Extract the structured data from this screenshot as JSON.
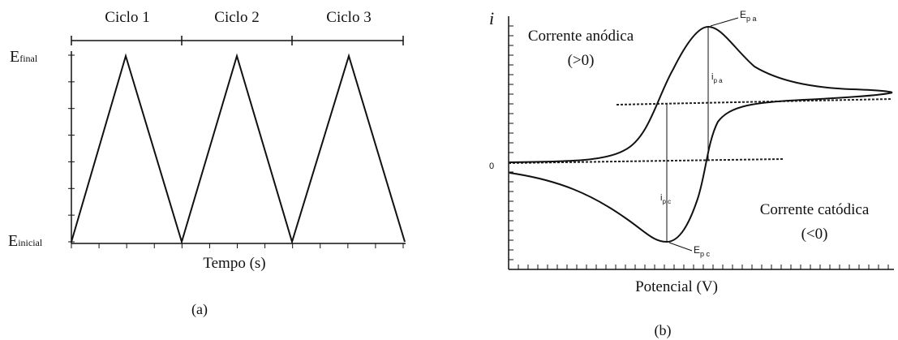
{
  "panel_a": {
    "cycles": [
      "Ciclo 1",
      "Ciclo 2",
      "Ciclo 3"
    ],
    "y_top_label": {
      "main": "E",
      "sub": "final"
    },
    "y_bottom_label": {
      "main": "E",
      "sub": "inicial"
    },
    "x_label": "Tempo (s)",
    "caption": "(a)"
  },
  "panel_b": {
    "y_label": "i",
    "zero_label": "0",
    "anodic": [
      "Corrente anódica",
      "(>0)"
    ],
    "cathodic": [
      "Corrente catódica",
      "(<0)"
    ],
    "epa": {
      "main": "E",
      "sub": "p a"
    },
    "ipa": {
      "main": "i",
      "sub": "p a"
    },
    "ipc": {
      "main": "i",
      "sub": "p c"
    },
    "epc": {
      "main": "E",
      "sub": "p c"
    },
    "x_label": "Potencial (V)",
    "caption": "(b)"
  }
}
